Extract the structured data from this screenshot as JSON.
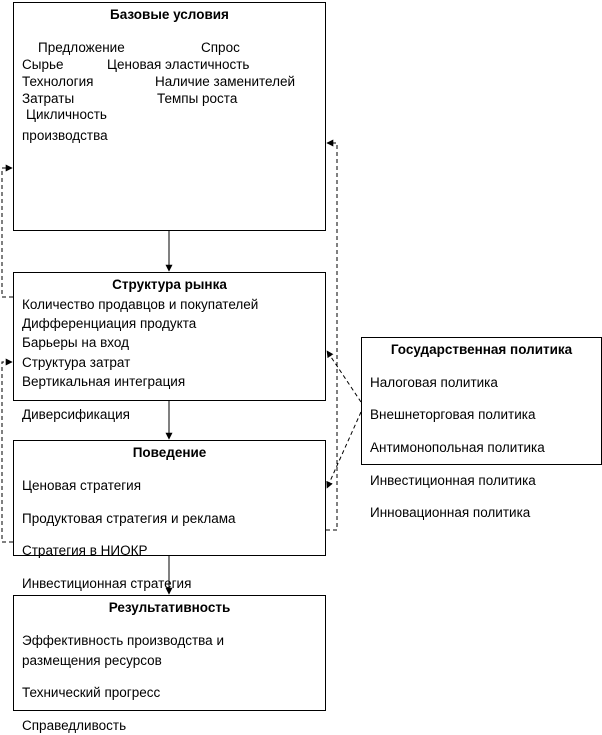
{
  "base": {
    "title": "Базовые условия",
    "supply_header": "Предложение",
    "demand_header": "Спрос",
    "items_left": [
      "Сырье",
      "Технология",
      "Затраты"
    ],
    "items_right": [
      "Ценовая эластичность",
      "Наличие заменителей",
      "Темпы роста"
    ],
    "cyclicality_1": "Цикличность",
    "cyclicality_2": "производства"
  },
  "structure": {
    "title": "Структура рынка",
    "items": [
      "Количество продавцов и покупателей",
      "Дифференциация продукта",
      "Барьеры на вход",
      "Структура затрат",
      "Вертикальная интеграция",
      "Диверсификация"
    ]
  },
  "conduct": {
    "title": "Поведение",
    "items": [
      "Ценовая стратегия",
      "Продуктовая стратегия и реклама",
      "Стратегия в НИОКР",
      "Инвестиционная стратегия"
    ]
  },
  "performance": {
    "title": "Результативность",
    "items": [
      "Эффективность производства и",
      "размещения ресурсов",
      "Технический прогресс",
      "Справедливость"
    ]
  },
  "policy": {
    "title": "Государственная политика",
    "items": [
      "Налоговая политика",
      "Внешнеторговая политика",
      "Антимонопольная политика",
      "Инвестиционная политика",
      "Инновационная политика"
    ]
  }
}
